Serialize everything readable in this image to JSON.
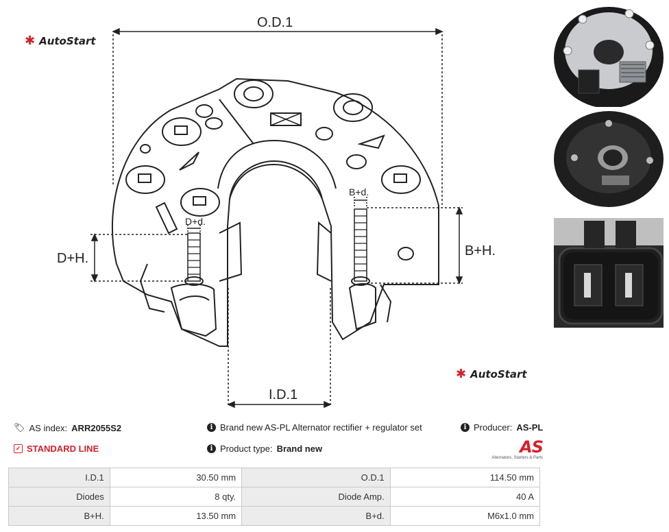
{
  "brand": {
    "logo_text": "AutoStart"
  },
  "drawing": {
    "od_label": "O.D.1",
    "id_label": "I.D.1",
    "dh_label": "D+H.",
    "bh_label": "B+H.",
    "dd_label": "D+d.",
    "bd_label": "B+d."
  },
  "product": {
    "index_label": "AS index:",
    "index_value": "ARR2055S2",
    "description": "Brand new AS-PL Alternator rectifier + regulator set",
    "producer_label": "Producer:",
    "producer_value": "AS-PL",
    "line_label": "STANDARD LINE",
    "type_label": "Product type:",
    "type_value": "Brand new"
  },
  "as_logo": {
    "mark": "AS",
    "tagline": "Alternators, Starters & Parts"
  },
  "specs": [
    [
      {
        "k": "I.D.1",
        "v": "30.50 mm"
      },
      {
        "k": "O.D.1",
        "v": "114.50 mm"
      }
    ],
    [
      {
        "k": "Diodes",
        "v": "8 qty."
      },
      {
        "k": "Diode Amp.",
        "v": "40 A"
      }
    ],
    [
      {
        "k": "B+H.",
        "v": "13.50 mm"
      },
      {
        "k": "B+d.",
        "v": "M6x1.0 mm"
      }
    ]
  ],
  "icons": {
    "tag": "tag-icon",
    "info": "info-icon",
    "check": "check-square-icon"
  },
  "colors": {
    "accent": "#d6202a"
  }
}
